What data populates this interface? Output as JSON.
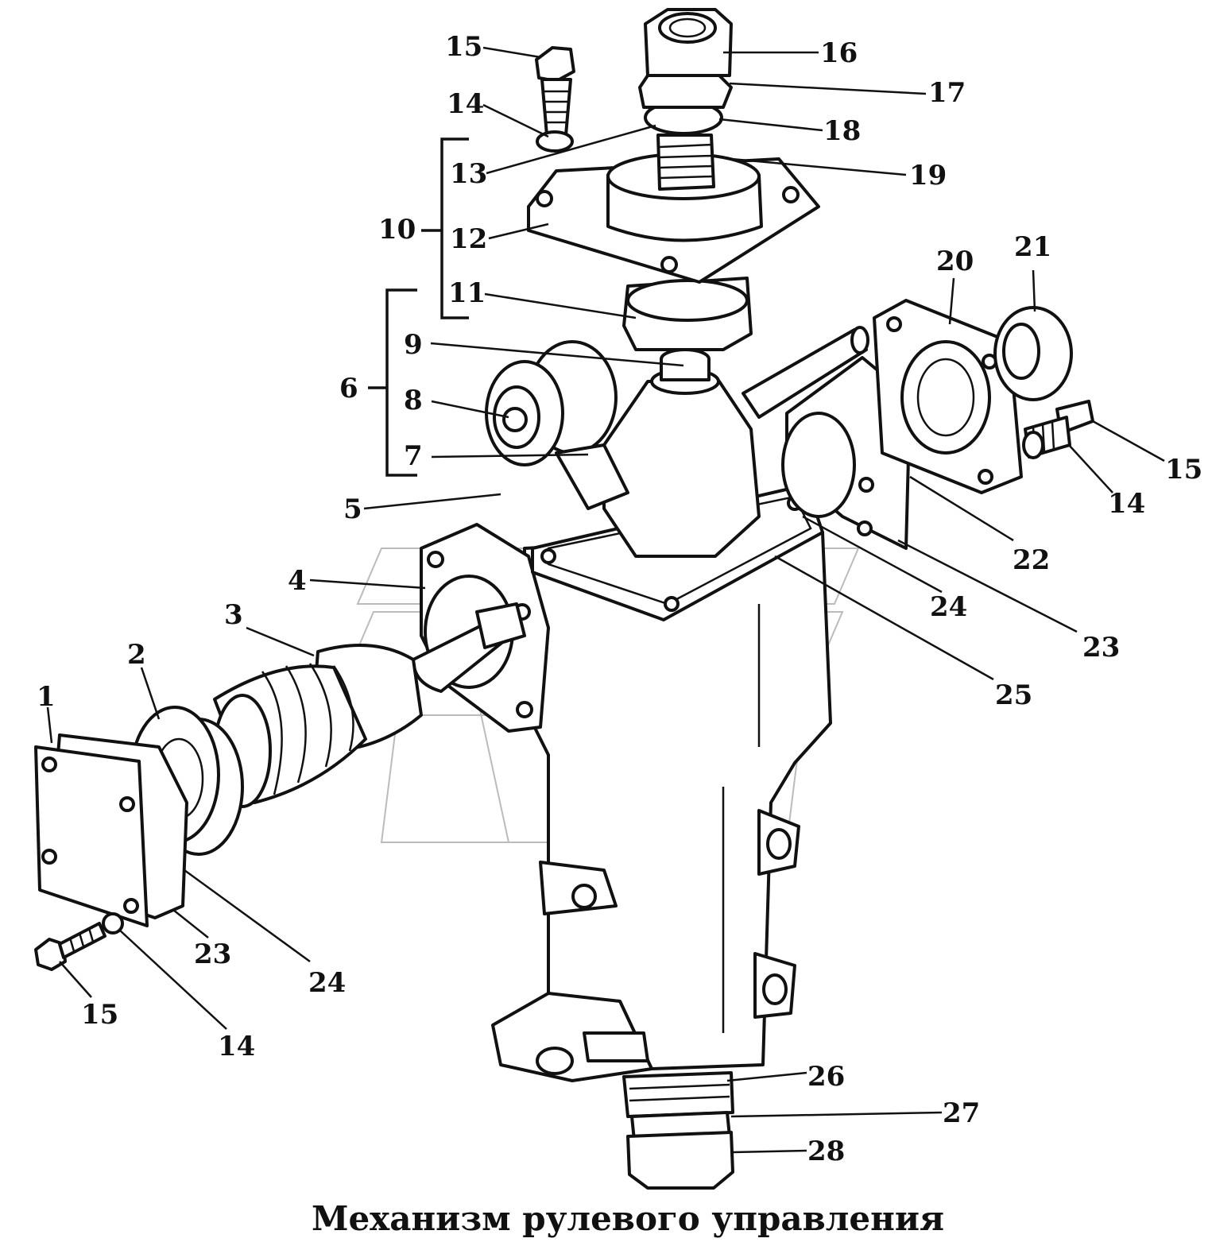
{
  "title": "Механизм рулевого управления",
  "callouts": {
    "c1": "1",
    "c2": "2",
    "c3": "3",
    "c4": "4",
    "c5": "5",
    "c6": "6",
    "c7": "7",
    "c8": "8",
    "c9": "9",
    "c10": "10",
    "c11": "11",
    "c12": "12",
    "c13": "13",
    "c14a": "14",
    "c14b": "14",
    "c14c": "14",
    "c15a": "15",
    "c15b": "15",
    "c15c": "15",
    "c16": "16",
    "c17": "17",
    "c18": "18",
    "c19": "19",
    "c20": "20",
    "c21": "21",
    "c22": "22",
    "c23a": "23",
    "c23b": "23",
    "c24a": "24",
    "c24b": "24",
    "c25": "25",
    "c26": "26",
    "c27": "27",
    "c28": "28"
  },
  "colors": {
    "ink": "#111111",
    "paper": "#ffffff",
    "watermark": "#bbbbbb"
  }
}
